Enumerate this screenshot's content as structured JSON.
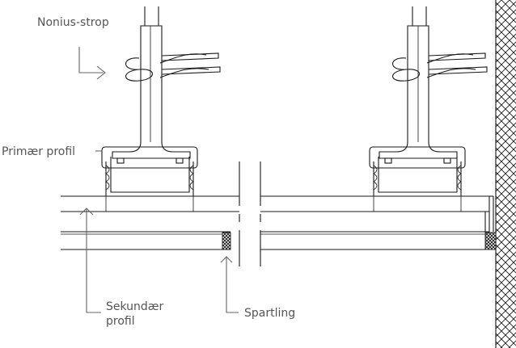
{
  "labels": {
    "nonius_strop": "Nonius-strop",
    "primaer_profil": "Primær profil",
    "sekundaer_profil_line1": "Sekundær",
    "sekundaer_profil_line2": "profil",
    "spartling": "Spartling"
  },
  "colors": {
    "line": "#1a1a1a",
    "label": "#555555",
    "background": "#ffffff"
  }
}
